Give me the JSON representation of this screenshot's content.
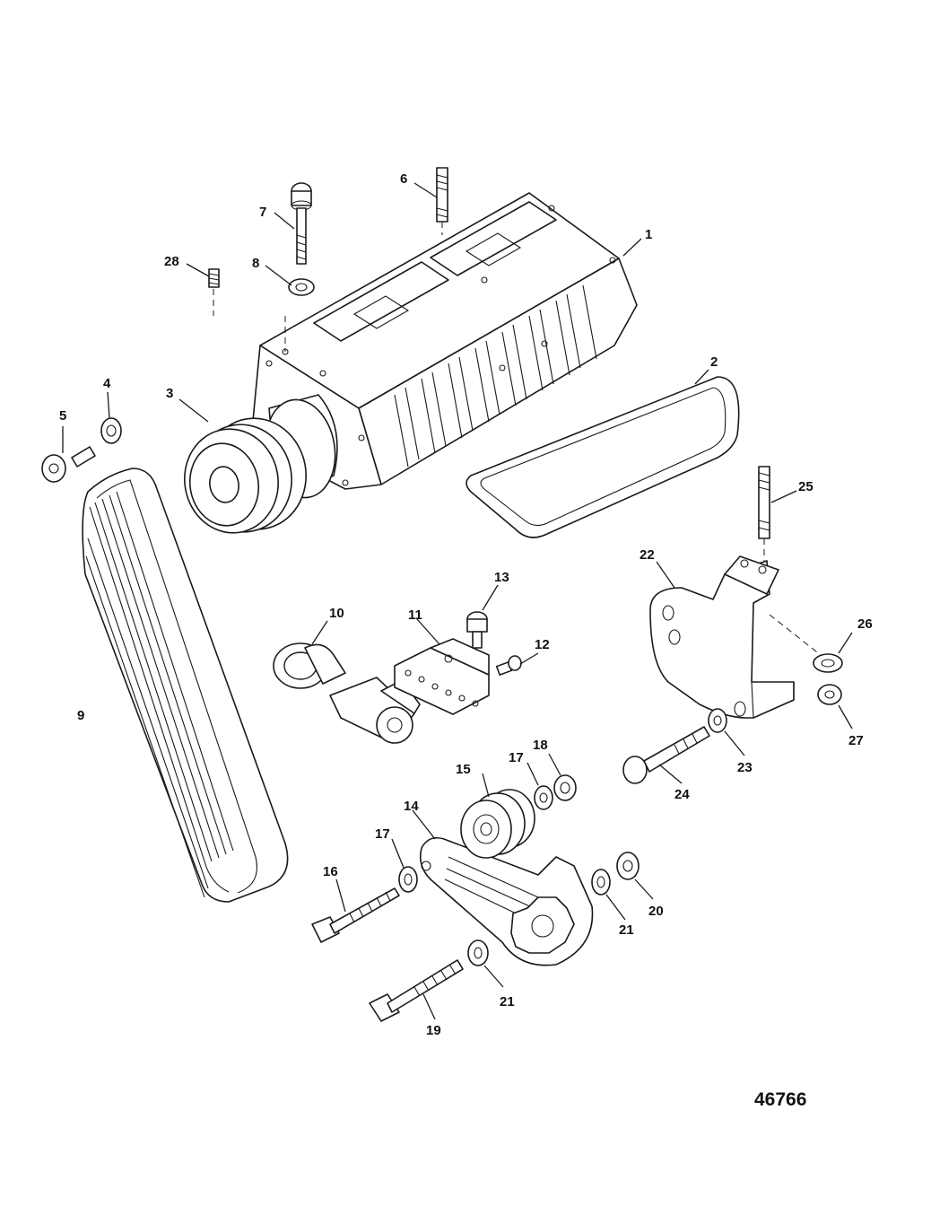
{
  "figure_number": "46766",
  "callouts": {
    "c1": "1",
    "c2": "2",
    "c3": "3",
    "c4": "4",
    "c5": "5",
    "c6": "6",
    "c7": "7",
    "c8": "8",
    "c9": "9",
    "c10": "10",
    "c11": "11",
    "c12": "12",
    "c13": "13",
    "c14": "14",
    "c15": "15",
    "c16": "16",
    "c17a": "17",
    "c17b": "17",
    "c18": "18",
    "c19": "19",
    "c20": "20",
    "c21a": "21",
    "c21b": "21",
    "c22": "22",
    "c23": "23",
    "c24": "24",
    "c25": "25",
    "c26": "26",
    "c27": "27",
    "c28": "28"
  },
  "colors": {
    "line": "#1a1a1a",
    "background": "#ffffff"
  }
}
